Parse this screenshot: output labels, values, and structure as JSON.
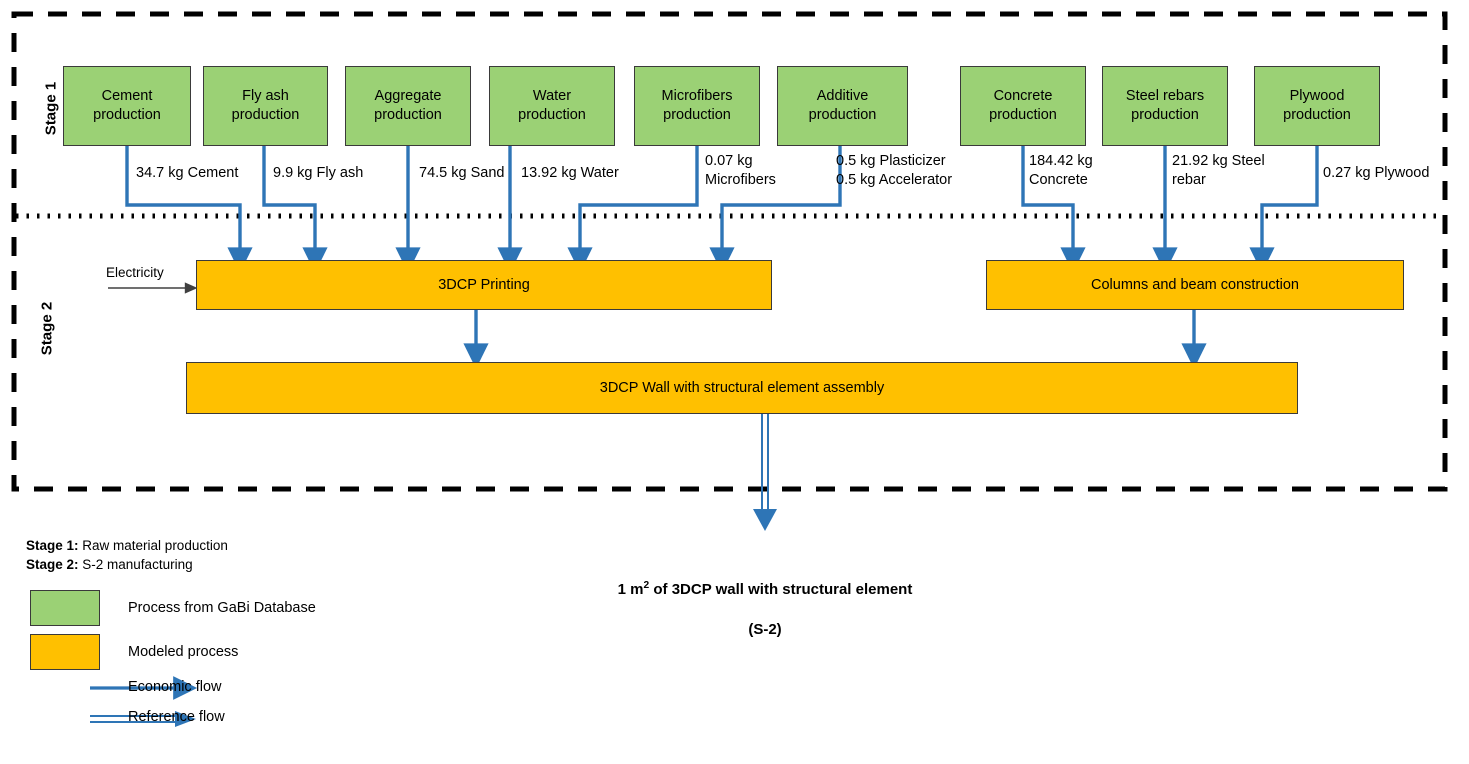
{
  "diagram": {
    "title": "3DCP wall with structural element (S-2) life cycle system boundary",
    "colors": {
      "green_process": "#9BD175",
      "orange_process": "#FFC000",
      "economic_flow": "#2E75B6",
      "boundary": "#000000",
      "box_border": "#3A3A3A"
    }
  },
  "stages": [
    {
      "id": "stage-1",
      "label": "Stage 1"
    },
    {
      "id": "stage-2",
      "label": "Stage 2"
    }
  ],
  "stage1_processes": [
    {
      "id": "cement",
      "label": "Cement\nproduction"
    },
    {
      "id": "fly-ash",
      "label": "Fly ash\nproduction"
    },
    {
      "id": "aggregate",
      "label": "Aggregate\nproduction"
    },
    {
      "id": "water",
      "label": "Water\nproduction"
    },
    {
      "id": "microfibers",
      "label": "Microfibers\nproduction"
    },
    {
      "id": "additive",
      "label": "Additive\nproduction"
    },
    {
      "id": "concrete",
      "label": "Concrete\nproduction"
    },
    {
      "id": "steel-rebars",
      "label": "Steel rebars\nproduction"
    },
    {
      "id": "plywood",
      "label": "Plywood\nproduction"
    }
  ],
  "flow_labels": [
    {
      "id": "flow-cement",
      "text": "34.7 kg Cement"
    },
    {
      "id": "flow-fly-ash",
      "text": "9.9 kg Fly ash"
    },
    {
      "id": "flow-sand",
      "text": "74.5 kg Sand"
    },
    {
      "id": "flow-water",
      "text": "13.92 kg Water"
    },
    {
      "id": "flow-microfibers",
      "text": "0.07 kg\nMicrofibers"
    },
    {
      "id": "flow-additive",
      "text": "0.5 kg Plasticizer\n0.5 kg Accelerator"
    },
    {
      "id": "flow-concrete",
      "text": "184.42 kg\nConcrete"
    },
    {
      "id": "flow-steel-rebar",
      "text": "21.92 kg Steel\nrebar"
    },
    {
      "id": "flow-plywood",
      "text": "0.27 kg Plywood"
    }
  ],
  "stage2_processes": [
    {
      "id": "printing",
      "label": "3DCP Printing"
    },
    {
      "id": "columns",
      "label": "Columns and beam construction"
    },
    {
      "id": "assembly",
      "label": "3DCP Wall with structural element assembly"
    }
  ],
  "inputs": {
    "electricity": "Electricity"
  },
  "reference_flow": {
    "line1": "1 m² of 3DCP wall with structural element",
    "line2": "(S-2)"
  },
  "stage_notes": [
    {
      "id": "note-stage-1",
      "bold": "Stage 1:",
      "text": " Raw material production"
    },
    {
      "id": "note-stage-2",
      "bold": "Stage 2:",
      "text": " S-2 manufacturing"
    }
  ],
  "legend": [
    {
      "id": "legend-green",
      "type": "swatch-green",
      "label": "Process from GaBi Database"
    },
    {
      "id": "legend-orange",
      "type": "swatch-orange",
      "label": "Modeled process"
    },
    {
      "id": "legend-economic",
      "type": "arrow-single",
      "label": "Economic flow"
    },
    {
      "id": "legend-reference",
      "type": "arrow-double",
      "label": "Reference flow"
    }
  ]
}
